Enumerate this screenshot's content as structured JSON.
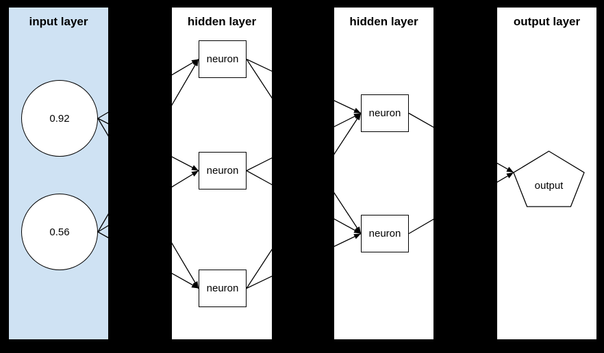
{
  "diagram": {
    "kind": "neural-network",
    "background": "#000000",
    "stroke": "#000000",
    "input_panel_fill": "#cfe2f3",
    "panel_fill": "#ffffff"
  },
  "layers": [
    {
      "title": "input layer"
    },
    {
      "title": "hidden layer"
    },
    {
      "title": "hidden layer"
    },
    {
      "title": "output layer"
    }
  ],
  "nodes": [
    {
      "id": "input-1",
      "layer": 0,
      "shape": "circle",
      "label": "0.92"
    },
    {
      "id": "input-2",
      "layer": 0,
      "shape": "circle",
      "label": "0.56"
    },
    {
      "id": "hidden1-1",
      "layer": 1,
      "shape": "rect",
      "label": "neuron"
    },
    {
      "id": "hidden1-2",
      "layer": 1,
      "shape": "rect",
      "label": "neuron"
    },
    {
      "id": "hidden1-3",
      "layer": 1,
      "shape": "rect",
      "label": "neuron"
    },
    {
      "id": "hidden2-1",
      "layer": 2,
      "shape": "rect",
      "label": "neuron"
    },
    {
      "id": "hidden2-2",
      "layer": 2,
      "shape": "rect",
      "label": "neuron"
    },
    {
      "id": "output-1",
      "layer": 3,
      "shape": "pentagon",
      "label": "output"
    }
  ],
  "edges": [
    {
      "from": "input-1",
      "to": "hidden1-1"
    },
    {
      "from": "input-1",
      "to": "hidden1-2"
    },
    {
      "from": "input-1",
      "to": "hidden1-3"
    },
    {
      "from": "input-2",
      "to": "hidden1-1"
    },
    {
      "from": "input-2",
      "to": "hidden1-2"
    },
    {
      "from": "input-2",
      "to": "hidden1-3"
    },
    {
      "from": "hidden1-1",
      "to": "hidden2-1"
    },
    {
      "from": "hidden1-1",
      "to": "hidden2-2"
    },
    {
      "from": "hidden1-2",
      "to": "hidden2-1"
    },
    {
      "from": "hidden1-2",
      "to": "hidden2-2"
    },
    {
      "from": "hidden1-3",
      "to": "hidden2-1"
    },
    {
      "from": "hidden1-3",
      "to": "hidden2-2"
    },
    {
      "from": "hidden2-1",
      "to": "output-1"
    },
    {
      "from": "hidden2-2",
      "to": "output-1"
    }
  ]
}
